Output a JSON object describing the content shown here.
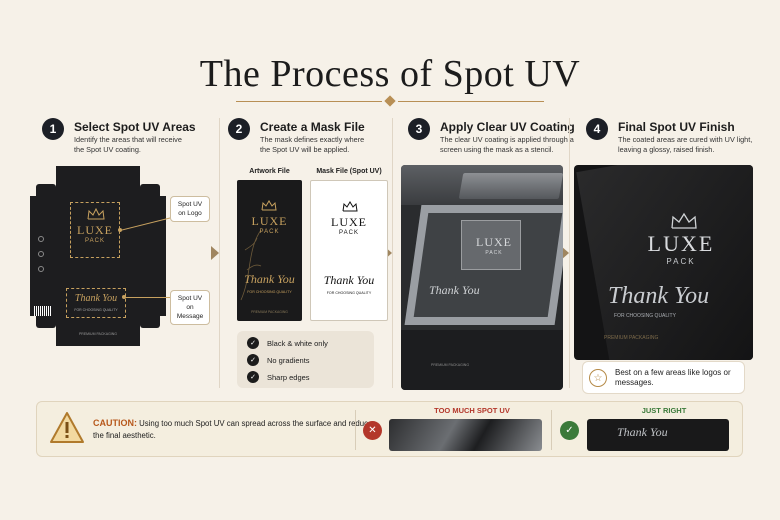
{
  "title": "The Process of Spot UV",
  "steps": [
    {
      "num": "1",
      "title": "Select Spot UV Areas",
      "desc": "Identify the areas that will receive the Spot UV coating."
    },
    {
      "num": "2",
      "title": "Create a Mask File",
      "desc": "The mask defines exactly where the Spot UV will be applied."
    },
    {
      "num": "3",
      "title": "Apply Clear UV Coating",
      "desc": "The clear UV coating is applied through a screen using the mask as a stencil."
    },
    {
      "num": "4",
      "title": "Final Spot UV Finish",
      "desc": "The coated areas are cured with UV light, leaving a glossy, raised finish."
    }
  ],
  "dieline": {
    "callout_logo": "Spot UV on Logo",
    "callout_message": "Spot UV on Message"
  },
  "brand": {
    "name": "LUXE",
    "sub": "PACK",
    "thank_you": "Thank You",
    "tagline": "FOR CHOOSING QUALITY",
    "footer": "PREMIUM PACKAGING"
  },
  "mask": {
    "artwork_label": "Artwork File",
    "mask_label": "Mask File (Spot UV)"
  },
  "checklist": [
    "Black & white only",
    "No gradients",
    "Sharp edges"
  ],
  "tip": "Best on a few areas like logos or messages.",
  "caution": {
    "label": "CAUTION:",
    "text": "Using too much Spot UV can spread across the surface and reduce the final aesthetic."
  },
  "examples": {
    "bad_label": "TOO MUCH SPOT UV",
    "good_label": "JUST RIGHT",
    "bad_icon": "x-icon",
    "good_icon": "check-icon"
  },
  "colors": {
    "accent_gold": "#c7a15f",
    "dark": "#1c1f26",
    "bad": "#b3372b",
    "good": "#3b7a3a",
    "background": "#f6f1e8"
  }
}
